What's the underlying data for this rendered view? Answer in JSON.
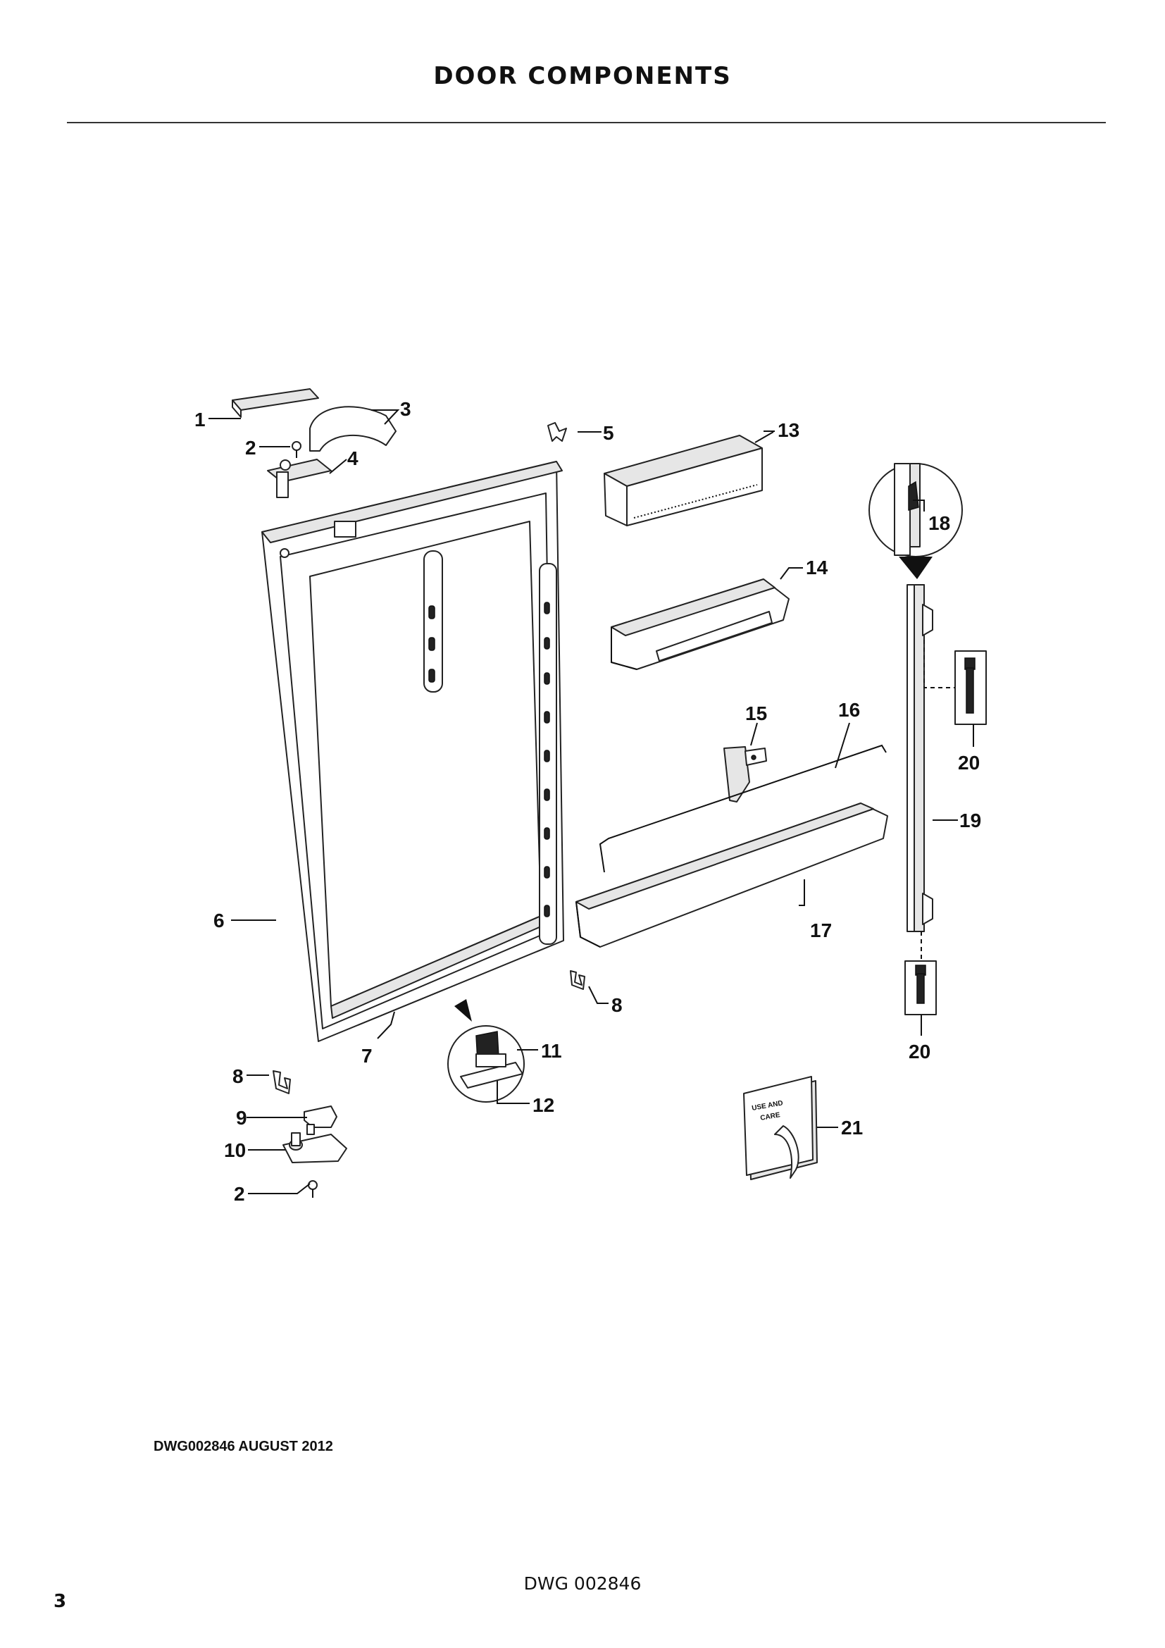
{
  "header": {
    "title": "DOOR COMPONENTS"
  },
  "diagram": {
    "callouts": [
      "1",
      "2",
      "3",
      "4",
      "5",
      "6",
      "7",
      "8",
      "9",
      "10",
      "11",
      "12",
      "13",
      "14",
      "15",
      "16",
      "17",
      "18",
      "19",
      "20",
      "21"
    ],
    "booklet_text": [
      "USE AND",
      "CARE"
    ],
    "drawing_reference": "DWG002846   AUGUST 2012"
  },
  "footer": {
    "drawing_number": "DWG 002846",
    "page_number": "3"
  }
}
